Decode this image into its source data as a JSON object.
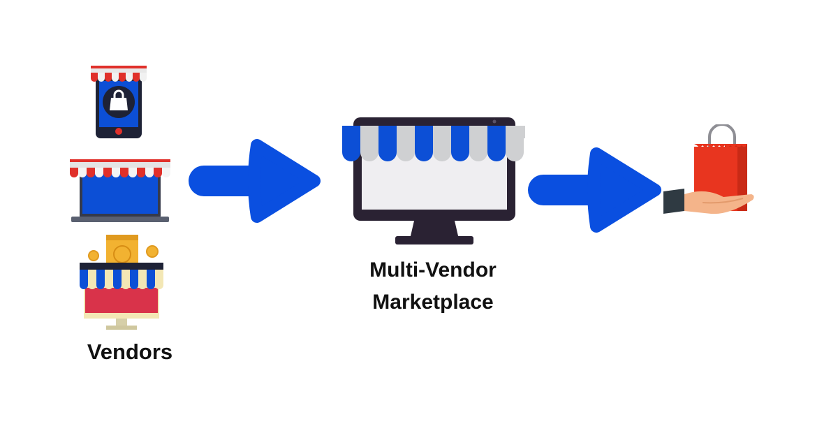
{
  "labels": {
    "vendors": "Vendors",
    "marketplace_line1": "Multi-Vendor",
    "marketplace_line2": "Marketplace"
  },
  "icons": {
    "vendor_mobile": "mobile-shop-icon",
    "vendor_laptop": "laptop-shop-icon",
    "vendor_desktop": "desktop-shop-icon",
    "marketplace": "monitor-storefront-icon",
    "customer": "hand-with-shopping-bag-icon",
    "arrow": "right-arrow-icon"
  },
  "colors": {
    "arrow_blue": "#0a4fe0",
    "awning_blue": "#0c4fd6",
    "awning_light": "#d8dadb",
    "awning_red": "#e0302a",
    "bag_red": "#e8351f",
    "monitor_frame": "#2a2233",
    "screen_light": "#efeef1",
    "label_text": "#111111"
  }
}
